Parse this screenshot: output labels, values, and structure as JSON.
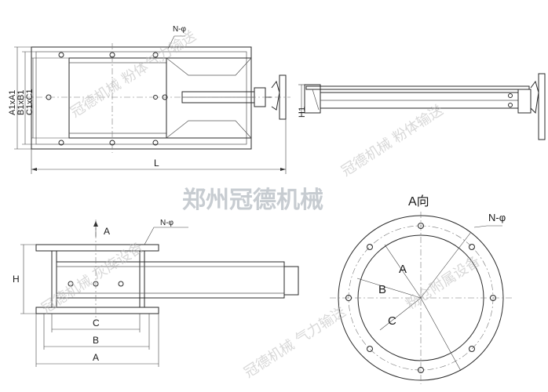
{
  "labels": {
    "n_phi": "N-φ",
    "a1xa1": "A1xA1",
    "b1xb1": "B1xB1",
    "c1xc1": "C1xC1",
    "l": "L",
    "h1": "H1",
    "h": "H",
    "a_arrow": "A",
    "n_phi_side": "N-φ",
    "c": "C",
    "b": "B",
    "a": "A",
    "view_a": "A向",
    "n_phi_round": "N-φ",
    "a_round": "A",
    "b_round": "B",
    "c_round": "C"
  },
  "watermarks": {
    "top_center": "冠德机械 粉体气力输送",
    "top_right": "冠德机械 粉体输送",
    "center_big": "郑州冠德机械",
    "bottom_left": "冠德机械 灰库设备",
    "bottom_mid": "冠德机械 气力输送",
    "bottom_right": "粉仓附属设备"
  }
}
